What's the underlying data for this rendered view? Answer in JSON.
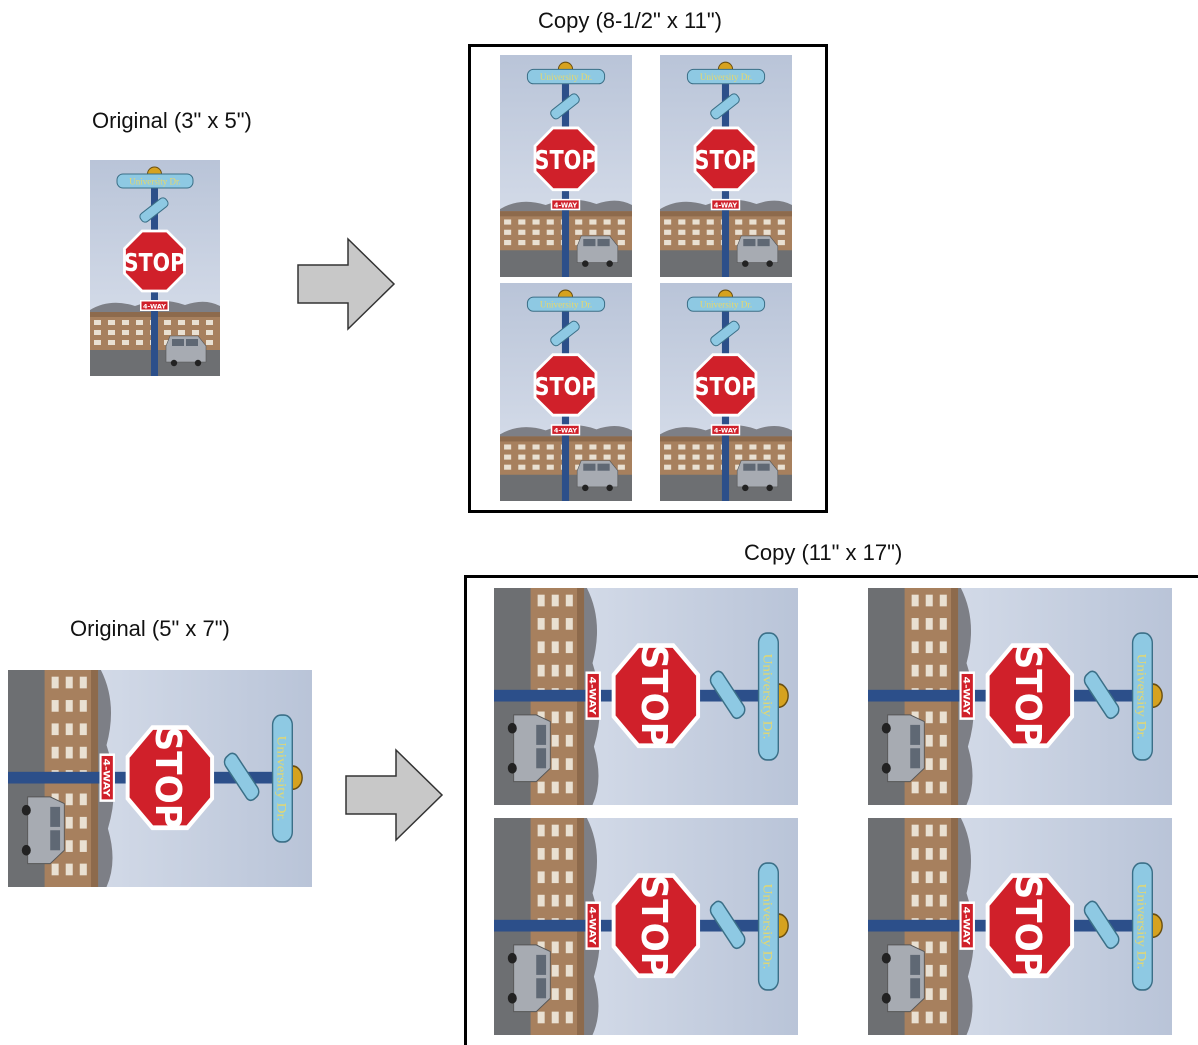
{
  "top": {
    "original_label": "Original (3\" x 5\")",
    "copy_label": "Copy (8-1/2\" x 11\")"
  },
  "bottom": {
    "original_label": "Original (5\" x 7\")",
    "copy_label": "Copy (11\" x 17\")"
  },
  "photo_text": {
    "street_sign": "University Dr.",
    "stop": "STOP",
    "four_way": "4-WAY"
  },
  "colors": {
    "sky": "#c5cfdf",
    "stop_red": "#d0202a",
    "street_sign_blue": "#8ec9e3",
    "street_sign_text": "#e8d86a",
    "pole": "#2c4f8a",
    "building": "#a7805e",
    "arrow_fill": "#c8c8c8"
  }
}
